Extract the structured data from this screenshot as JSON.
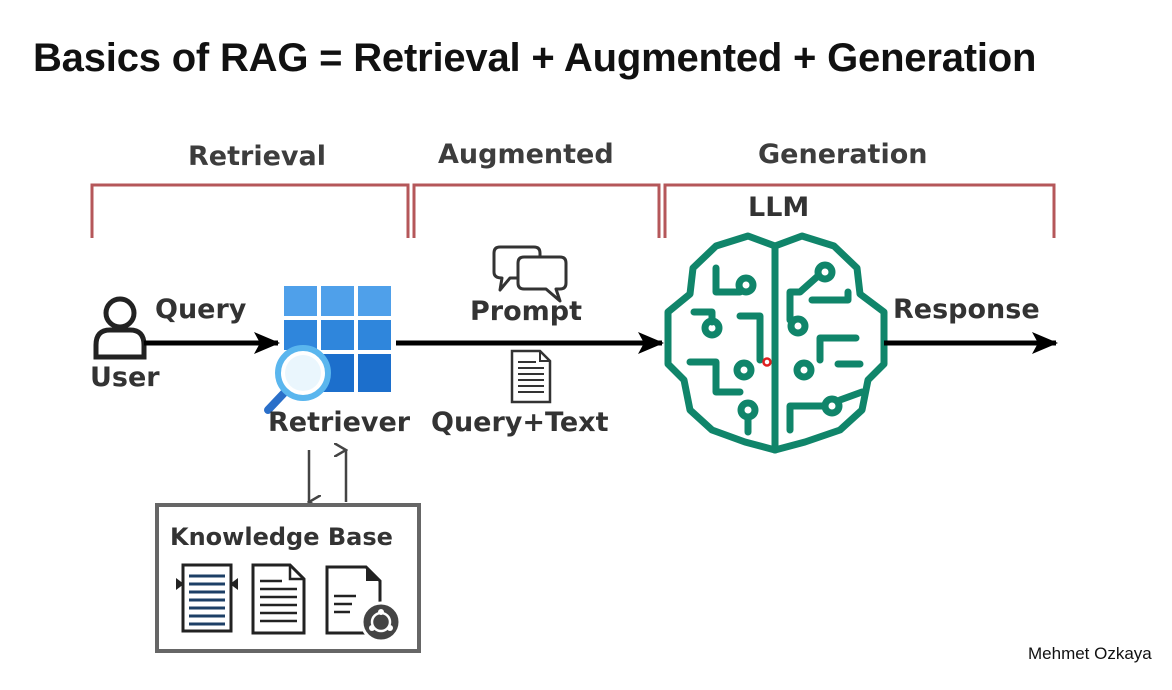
{
  "title": "Basics of RAG = Retrieval + Augmented + Generation",
  "sections": {
    "retrieval": "Retrieval",
    "augmented": "Augmented",
    "generation": "Generation"
  },
  "labels": {
    "query": "Query",
    "user": "User",
    "retriever": "Retriever",
    "prompt": "Prompt",
    "query_text": "Query+Text",
    "llm": "LLM",
    "response": "Response",
    "knowledge_base": "Knowledge Base"
  },
  "credit": "Mehmet Ozkaya",
  "colors": {
    "bracket": "#b5575a",
    "retriever_blue": "#2a7fd6",
    "brain_green": "#10856a",
    "arrow": "#000000",
    "kb_border": "#666666"
  },
  "icons": [
    "user-icon",
    "retriever-grid-icon",
    "magnifier-icon",
    "chat-bubbles-icon",
    "document-icon",
    "brain-circuit-icon",
    "database-doc-icon",
    "shared-doc-icon"
  ]
}
